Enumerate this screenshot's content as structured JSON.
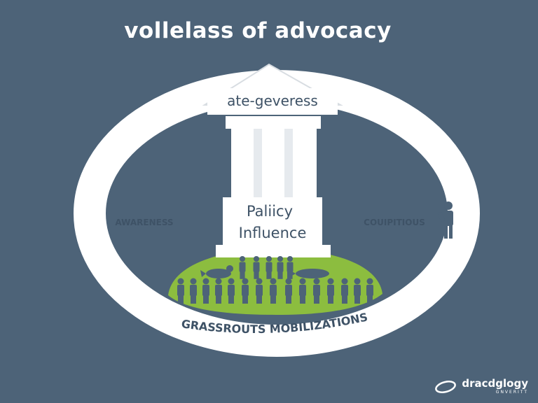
{
  "title": "vollelass of advocacy",
  "pediment_label": "ate-geveress",
  "center_label_line1": "Paliicy",
  "center_label_line2": "Influence",
  "left_label": "AWARENESS",
  "right_label": "COUIPITIOUS",
  "bottom_label": "GRASSROUTS MOBILIZATIONS",
  "logo": {
    "name": "dracdglogy",
    "tagline": "GNVERITT",
    "mark_icon": "swoosh-icon"
  },
  "colors": {
    "background": "#4d6378",
    "ring": "#ffffff",
    "temple": "#ffffff",
    "grass": "#8cbd3f",
    "figures": "#4d6378",
    "label_text": "#3e5266"
  }
}
